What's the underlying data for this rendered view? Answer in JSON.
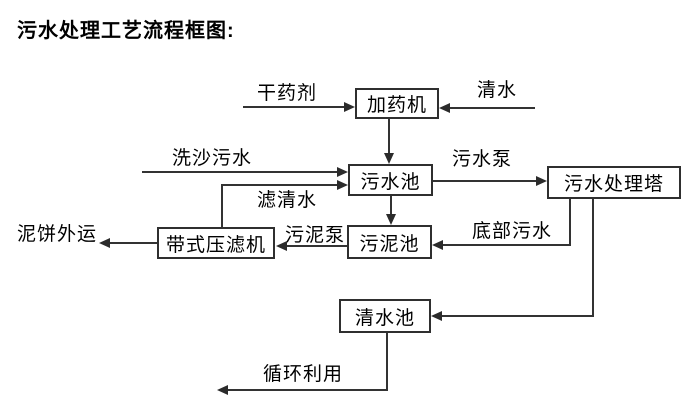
{
  "title": "污水处理工艺流程框图:",
  "diagram": {
    "type": "flowchart",
    "nodes": {
      "dosing_machine": {
        "label": "加药机"
      },
      "sewage_pool": {
        "label": "污水池"
      },
      "sewage_treatment_tower": {
        "label": "污水处理塔"
      },
      "sludge_pool": {
        "label": "污泥池"
      },
      "belt_filter_press": {
        "label": "带式压滤机"
      },
      "clean_water_pool": {
        "label": "清水池"
      }
    },
    "edges": {
      "dry_agent": {
        "label": "干药剂",
        "from": "external",
        "to": "dosing_machine"
      },
      "clean_water": {
        "label": "清水",
        "from": "external",
        "to": "dosing_machine"
      },
      "dosing_to_sewage": {
        "label": "",
        "from": "dosing_machine",
        "to": "sewage_pool"
      },
      "sand_washing_sewage": {
        "label": "洗沙污水",
        "from": "external",
        "to": "sewage_pool"
      },
      "filtered_water": {
        "label": "滤清水",
        "from": "belt_filter_press",
        "to": "sewage_pool"
      },
      "sewage_pump": {
        "label": "污水泵",
        "from": "sewage_pool",
        "to": "sewage_treatment_tower"
      },
      "sewage_to_sludge": {
        "label": "",
        "from": "sewage_pool",
        "to": "sludge_pool"
      },
      "bottom_sewage": {
        "label": "底部污水",
        "from": "sewage_treatment_tower",
        "to": "sludge_pool"
      },
      "sludge_pump": {
        "label": "污泥泵",
        "from": "sludge_pool",
        "to": "belt_filter_press"
      },
      "mud_cake_out": {
        "label": "泥饼外运",
        "from": "belt_filter_press",
        "to": "external"
      },
      "tower_to_clean_pool": {
        "label": "",
        "from": "sewage_treatment_tower",
        "to": "clean_water_pool"
      },
      "recycle": {
        "label": "循环利用",
        "from": "clean_water_pool",
        "to": "external"
      }
    }
  },
  "colors": {
    "background": "#ffffff",
    "line": "#333333",
    "box_border": "#2f2f2f",
    "box_fill": "#ffffff",
    "text": "#000000"
  }
}
